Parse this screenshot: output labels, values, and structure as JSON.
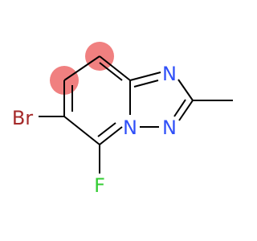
{
  "molecule": {
    "atoms": {
      "br": {
        "symbol": "Br",
        "color": "#a52a2a"
      },
      "f": {
        "symbol": "F",
        "color": "#33cc33"
      },
      "n1": {
        "symbol": "N",
        "color": "#3050f8"
      },
      "n2": {
        "symbol": "N",
        "color": "#3050f8"
      },
      "n3": {
        "symbol": "N",
        "color": "#3050f8"
      }
    },
    "highlight": {
      "color": "#f08080",
      "atoms": [
        "c7",
        "c8"
      ]
    },
    "bond_color": "#000000",
    "background": "#ffffff"
  }
}
